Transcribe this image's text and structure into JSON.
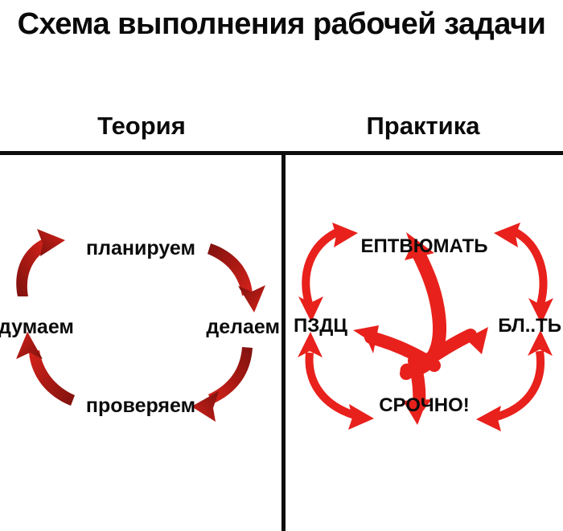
{
  "meme": {
    "title": "Схема выполнения рабочей задачи",
    "background_color": "#ffffff",
    "text_color": "#0b0b0b"
  },
  "columns": [
    {
      "id": "theory",
      "header": "Теория"
    },
    {
      "id": "practice",
      "header": "Практика"
    }
  ],
  "theory_cycle": {
    "header": "Теория",
    "arrow_color_dark": "#8f1510",
    "arrow_color_light": "#d8231c",
    "steps": [
      {
        "position": "top",
        "label": "планируем"
      },
      {
        "position": "right",
        "label": "делаем"
      },
      {
        "position": "bottom",
        "label": "проверяем"
      },
      {
        "position": "left",
        "label": "думаем"
      }
    ]
  },
  "practice_cycle": {
    "header": "Практика",
    "arrow_color": "#e8211c",
    "steps": [
      {
        "position": "top",
        "label": "ЕПТВЮМАТЬ"
      },
      {
        "position": "right",
        "label": "БЛ..ТЬ"
      },
      {
        "position": "bottom",
        "label": "СРОЧНО!"
      },
      {
        "position": "left",
        "label": "ПЗДЦ"
      }
    ]
  }
}
